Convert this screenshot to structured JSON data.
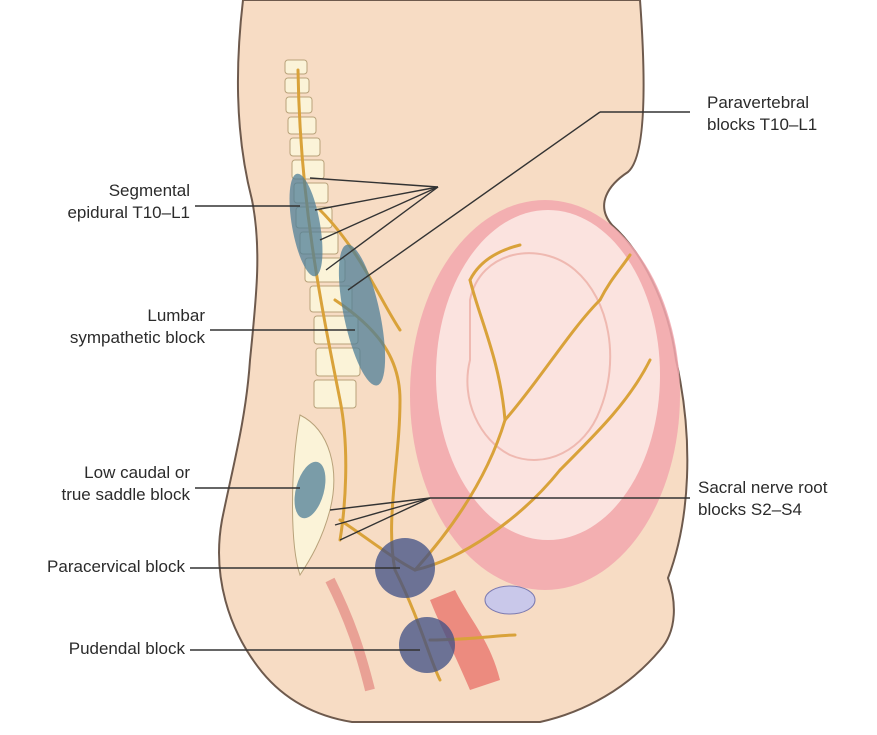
{
  "labels": {
    "segmental_epidural": [
      "Segmental",
      "epidural T10–L1"
    ],
    "lumbar_sympathetic": [
      "Lumbar",
      "sympathetic block"
    ],
    "low_caudal": [
      "Low caudal or",
      "true saddle block"
    ],
    "paracervical": [
      "Paracervical block"
    ],
    "pudendal": [
      "Pudendal block"
    ],
    "paravertebral": [
      "Paravertebral",
      "blocks T10–L1"
    ],
    "sacral_nerve_root": [
      "Sacral nerve root",
      "blocks S2–S4"
    ]
  },
  "colors": {
    "skin": "#f7dcc4",
    "skin_outline": "#6e5a4d",
    "bone": "#fbf3d8",
    "bone_outline": "#b8a27a",
    "nerve": "#d9a23a",
    "uterus": "#f2a7ae",
    "uterus_inner": "#fbe3df",
    "block_oval": "#4f7f98",
    "block_circle": "#3d4f86",
    "leader_line": "#333333"
  }
}
